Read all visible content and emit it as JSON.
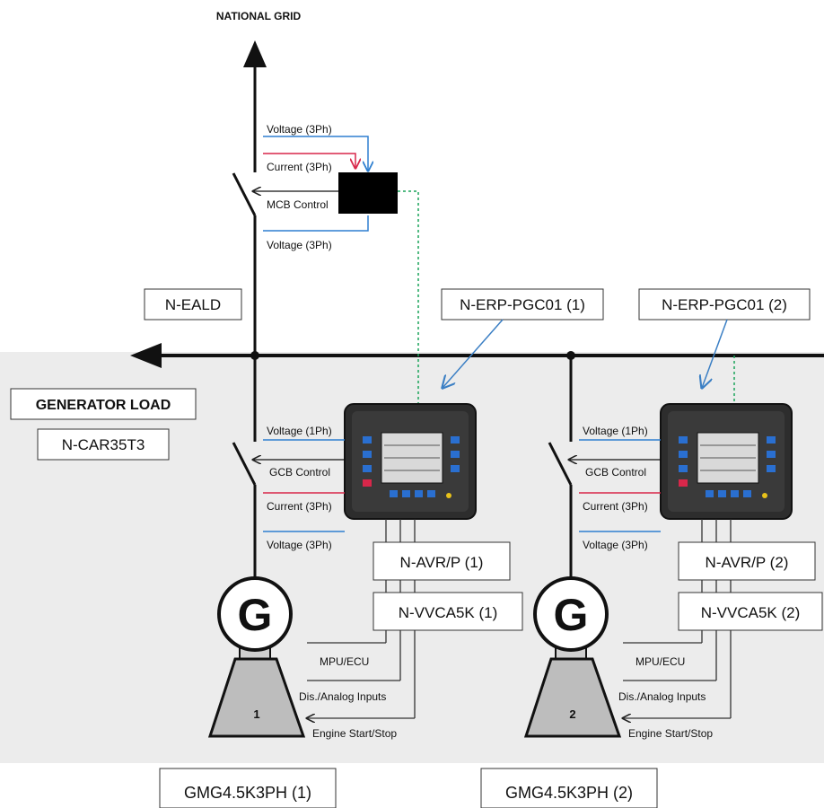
{
  "grid_label": "NATIONAL GRID",
  "generator_load_label": "GENERATOR LOAD",
  "boxes": {
    "ealD": "N-EALD",
    "car": "N-CAR35T3",
    "erp1": "N-ERP-PGC01 (1)",
    "erp2": "N-ERP-PGC01 (2)",
    "avr1": "N-AVR/P (1)",
    "avr2": "N-AVR/P (2)",
    "vvca1": "N-VVCA5K (1)",
    "vvca2": "N-VVCA5K (2)",
    "gmg1": "GMG4.5K3PH (1)",
    "gmg2": "GMG4.5K3PH (2)"
  },
  "mains_signals": {
    "voltage_top": "Voltage (3Ph)",
    "current": "Current (3Ph)",
    "mcb": "MCB Control",
    "voltage_bottom": "Voltage (3Ph)"
  },
  "gen_signals": {
    "voltage_1ph": "Voltage (1Ph)",
    "gcb": "GCB Control",
    "current": "Current (3Ph)",
    "voltage_3ph": "Voltage (3Ph)"
  },
  "engine_signals": {
    "mpu": "MPU/ECU",
    "inputs": "Dis./Analog Inputs",
    "start_stop": "Engine Start/Stop"
  },
  "generator_letter": "G",
  "engine_numbers": [
    "1",
    "2"
  ],
  "colors": {
    "voltage": "#2f7fd0",
    "current": "#d8274a",
    "comm": "#1aa35a",
    "pointer": "#3b7fc4",
    "load_bg": "#ececec"
  }
}
